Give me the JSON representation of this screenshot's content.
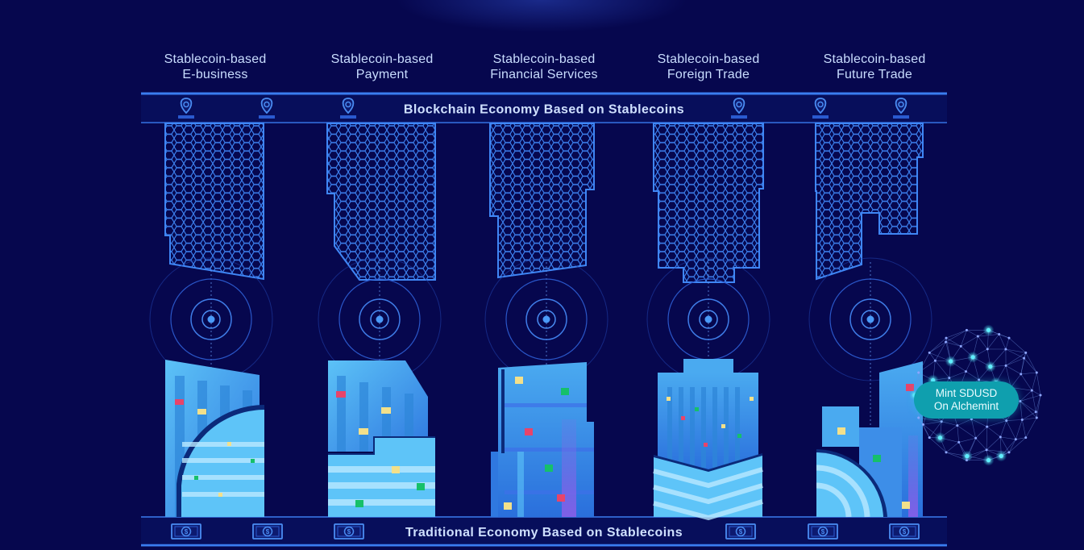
{
  "columns": [
    {
      "title_line1": "Stablecoin-based",
      "title_line2": "E-business"
    },
    {
      "title_line1": "Stablecoin-based",
      "title_line2": "Payment"
    },
    {
      "title_line1": "Stablecoin-based",
      "title_line2": "Financial Services"
    },
    {
      "title_line1": "Stablecoin-based",
      "title_line2": "Foreign Trade"
    },
    {
      "title_line1": "Stablecoin-based",
      "title_line2": "Future Trade"
    }
  ],
  "top_band": {
    "label": "Blockchain Economy Based on Stablecoins"
  },
  "bottom_band": {
    "label": "Traditional Economy Based on Stablecoins"
  },
  "mint_button": {
    "line1": "Mint SDUSD",
    "line2": "On Alchemint"
  },
  "icons": {
    "top": "location-pin-icon",
    "bottom": "dollar-bill-icon"
  },
  "colors": {
    "background": "#06074e",
    "band_line": "#3a7df0",
    "hex_stroke": "#3f86f5",
    "building_light": "#58b8f5",
    "building_mid": "#3d8ee8",
    "accent_teal": "#0f9fae",
    "accent_red": "#e8446a",
    "accent_yellow": "#f3e08a",
    "accent_green": "#16c06a"
  }
}
